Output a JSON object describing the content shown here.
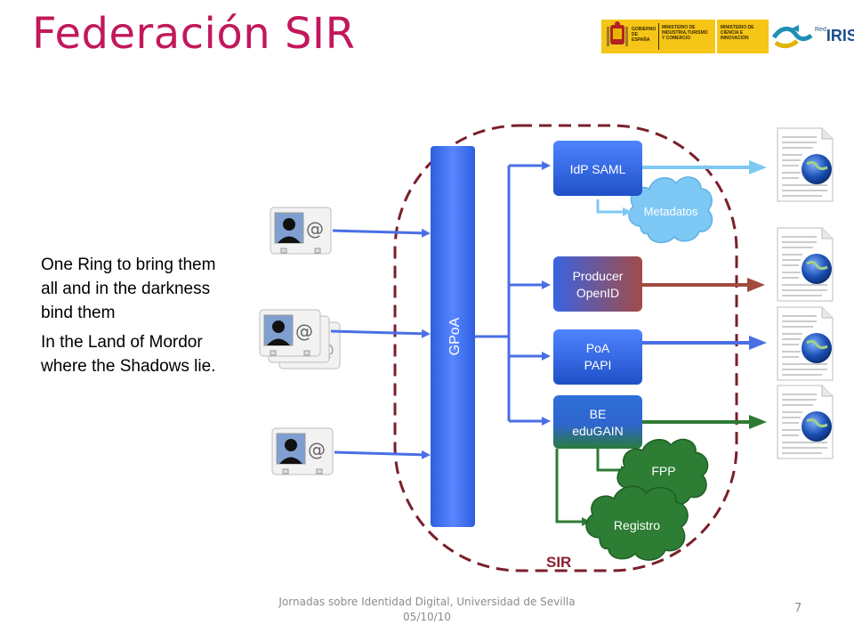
{
  "slide": {
    "title": "Federación SIR",
    "quote_lines_1": [
      "One Ring to bring them",
      "all and in the darkness",
      "bind them"
    ],
    "quote_lines_2": [
      "In the Land of Mordor",
      "where the Shadows lie."
    ],
    "footer_line1": "Jornadas sobre Identidad Digital, Universidad de Sevilla",
    "footer_line2": "05/10/10",
    "page_number": "7"
  },
  "logos": {
    "gov_label": "GOBIERNO DE ESPAÑA",
    "ministry1": "MINISTERIO DE INDUSTRIA,TURISMO Y COMERCIO",
    "ministry2": "MINISTERIO DE CIENCIA E INNOVACIÓN",
    "rediris_prefix": "Red",
    "rediris": "IRIS"
  },
  "diagram": {
    "gpoa_label": "GPoA",
    "sir_label": "SIR",
    "services": [
      {
        "line1": "IdP SAML",
        "line2": ""
      },
      {
        "line1": "Producer",
        "line2": "OpenID"
      },
      {
        "line1": "PoA",
        "line2": "PAPI"
      },
      {
        "line1": "BE",
        "line2": "eduGAIN"
      }
    ],
    "clouds": {
      "metadatos": "Metadatos",
      "fpp": "FPP",
      "registro": "Registro"
    },
    "colors": {
      "title": "#c2185b",
      "dashed_border": "#7a1f2b",
      "gpoa_blue": "#3a6fe0",
      "arrow_blue": "#4a6fe5",
      "light_blue": "#7ec8f5",
      "brown": "#a14a3d",
      "green": "#2f7a34"
    }
  }
}
